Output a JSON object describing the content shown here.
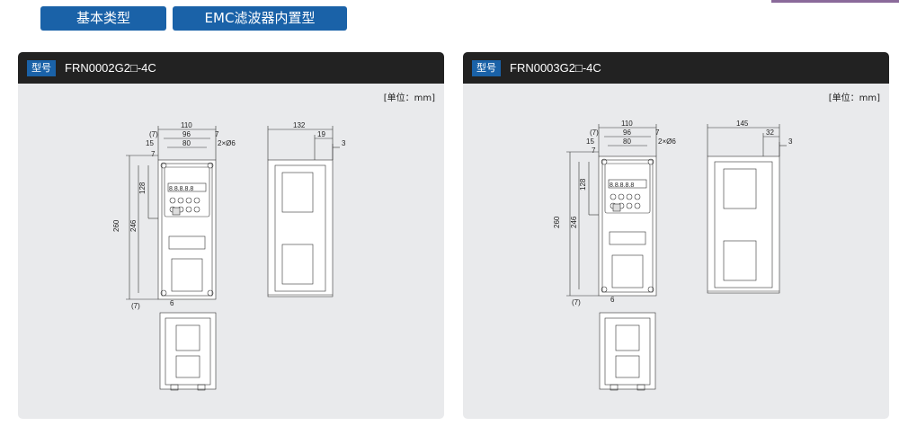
{
  "tabs": {
    "basic": "基本类型",
    "emc": "EMC滤波器内置型"
  },
  "panels": [
    {
      "badge": "型号",
      "model": "FRN0002G2□-4C",
      "unit": "[单位：mm]",
      "dims": {
        "front_width": "110",
        "front_pitch": "96",
        "front_inner": "80",
        "side_offset": "(7)",
        "left_15": "15",
        "top_7": "7",
        "top_7b": "7",
        "hole": "2×Ø6",
        "height_total": "260",
        "height_pitch": "246",
        "height_128": "128",
        "bottom_7": "(7)",
        "bottom_6": "6",
        "depth_total": "132",
        "depth_19": "19",
        "depth_3": "3"
      },
      "display": "8.8.8.8.8"
    },
    {
      "badge": "型号",
      "model": "FRN0003G2□-4C",
      "unit": "[单位：mm]",
      "dims": {
        "front_width": "110",
        "front_pitch": "96",
        "front_inner": "80",
        "side_offset": "(7)",
        "left_15": "15",
        "top_7": "7",
        "top_7b": "7",
        "hole": "2×Ø6",
        "height_total": "260",
        "height_pitch": "246",
        "height_128": "128",
        "bottom_7": "(7)",
        "bottom_6": "6",
        "depth_total": "145",
        "depth_19": "32",
        "depth_3": "3"
      },
      "display": "8.8.8.8.8"
    }
  ]
}
